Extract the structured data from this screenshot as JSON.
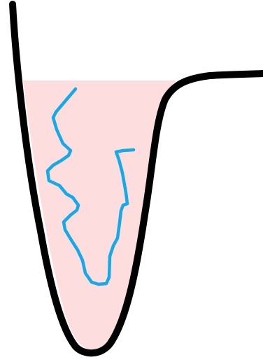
{
  "colors": {
    "background": "#ffffff",
    "well_fill": "#fddddd",
    "well_outline": "#000000",
    "trajectory": "#12aae8"
  },
  "elements": {
    "well_fill": "well-fill-region",
    "well_outline": "potential-well-outline",
    "trajectory": "trajectory-path"
  }
}
